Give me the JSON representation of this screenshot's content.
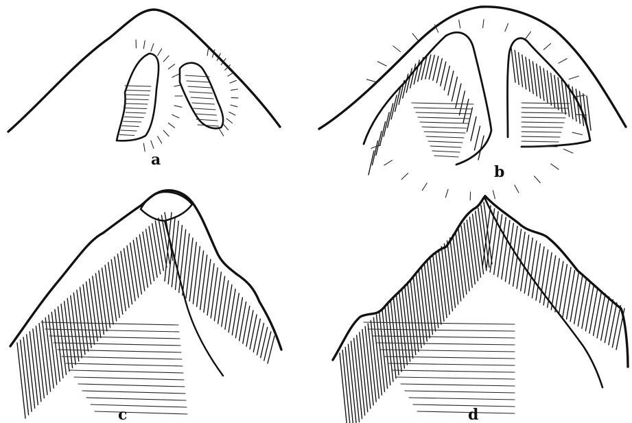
{
  "figure": {
    "panels": [
      {
        "id": "a",
        "label": "a"
      },
      {
        "id": "b",
        "label": "b"
      },
      {
        "id": "c",
        "label": "c"
      },
      {
        "id": "d",
        "label": "d"
      }
    ]
  },
  "colors": {
    "ink": "#111111",
    "paper": "#ffffff"
  }
}
